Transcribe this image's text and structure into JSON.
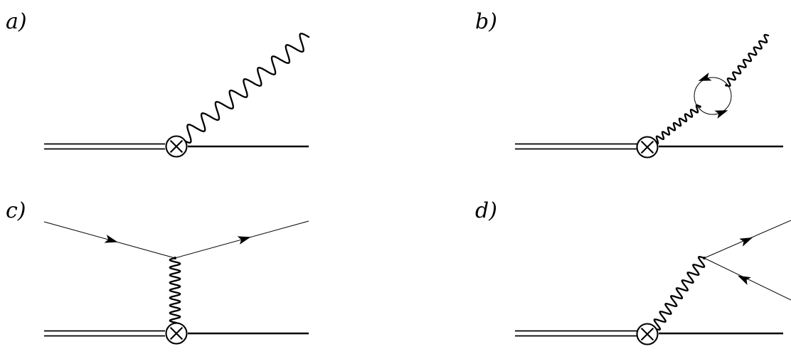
{
  "diagram": {
    "panels": [
      {
        "id": "a",
        "label": "a)"
      },
      {
        "id": "b",
        "label": "b)"
      },
      {
        "id": "c",
        "label": "c)"
      },
      {
        "id": "d",
        "label": "d)"
      }
    ]
  }
}
